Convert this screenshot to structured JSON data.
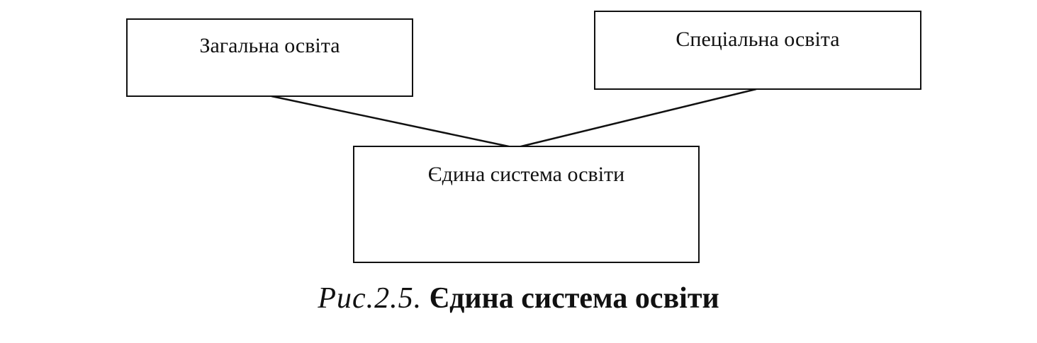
{
  "diagram": {
    "boxes": {
      "general": "Загальна освіта",
      "special": "Спеціальна освіта",
      "unified": "Єдина система освіти"
    },
    "caption": {
      "prefix": "Рис.2.5.",
      "title": "Єдина система освіти"
    },
    "colors": {
      "line": "#111111",
      "background": "#ffffff"
    }
  }
}
